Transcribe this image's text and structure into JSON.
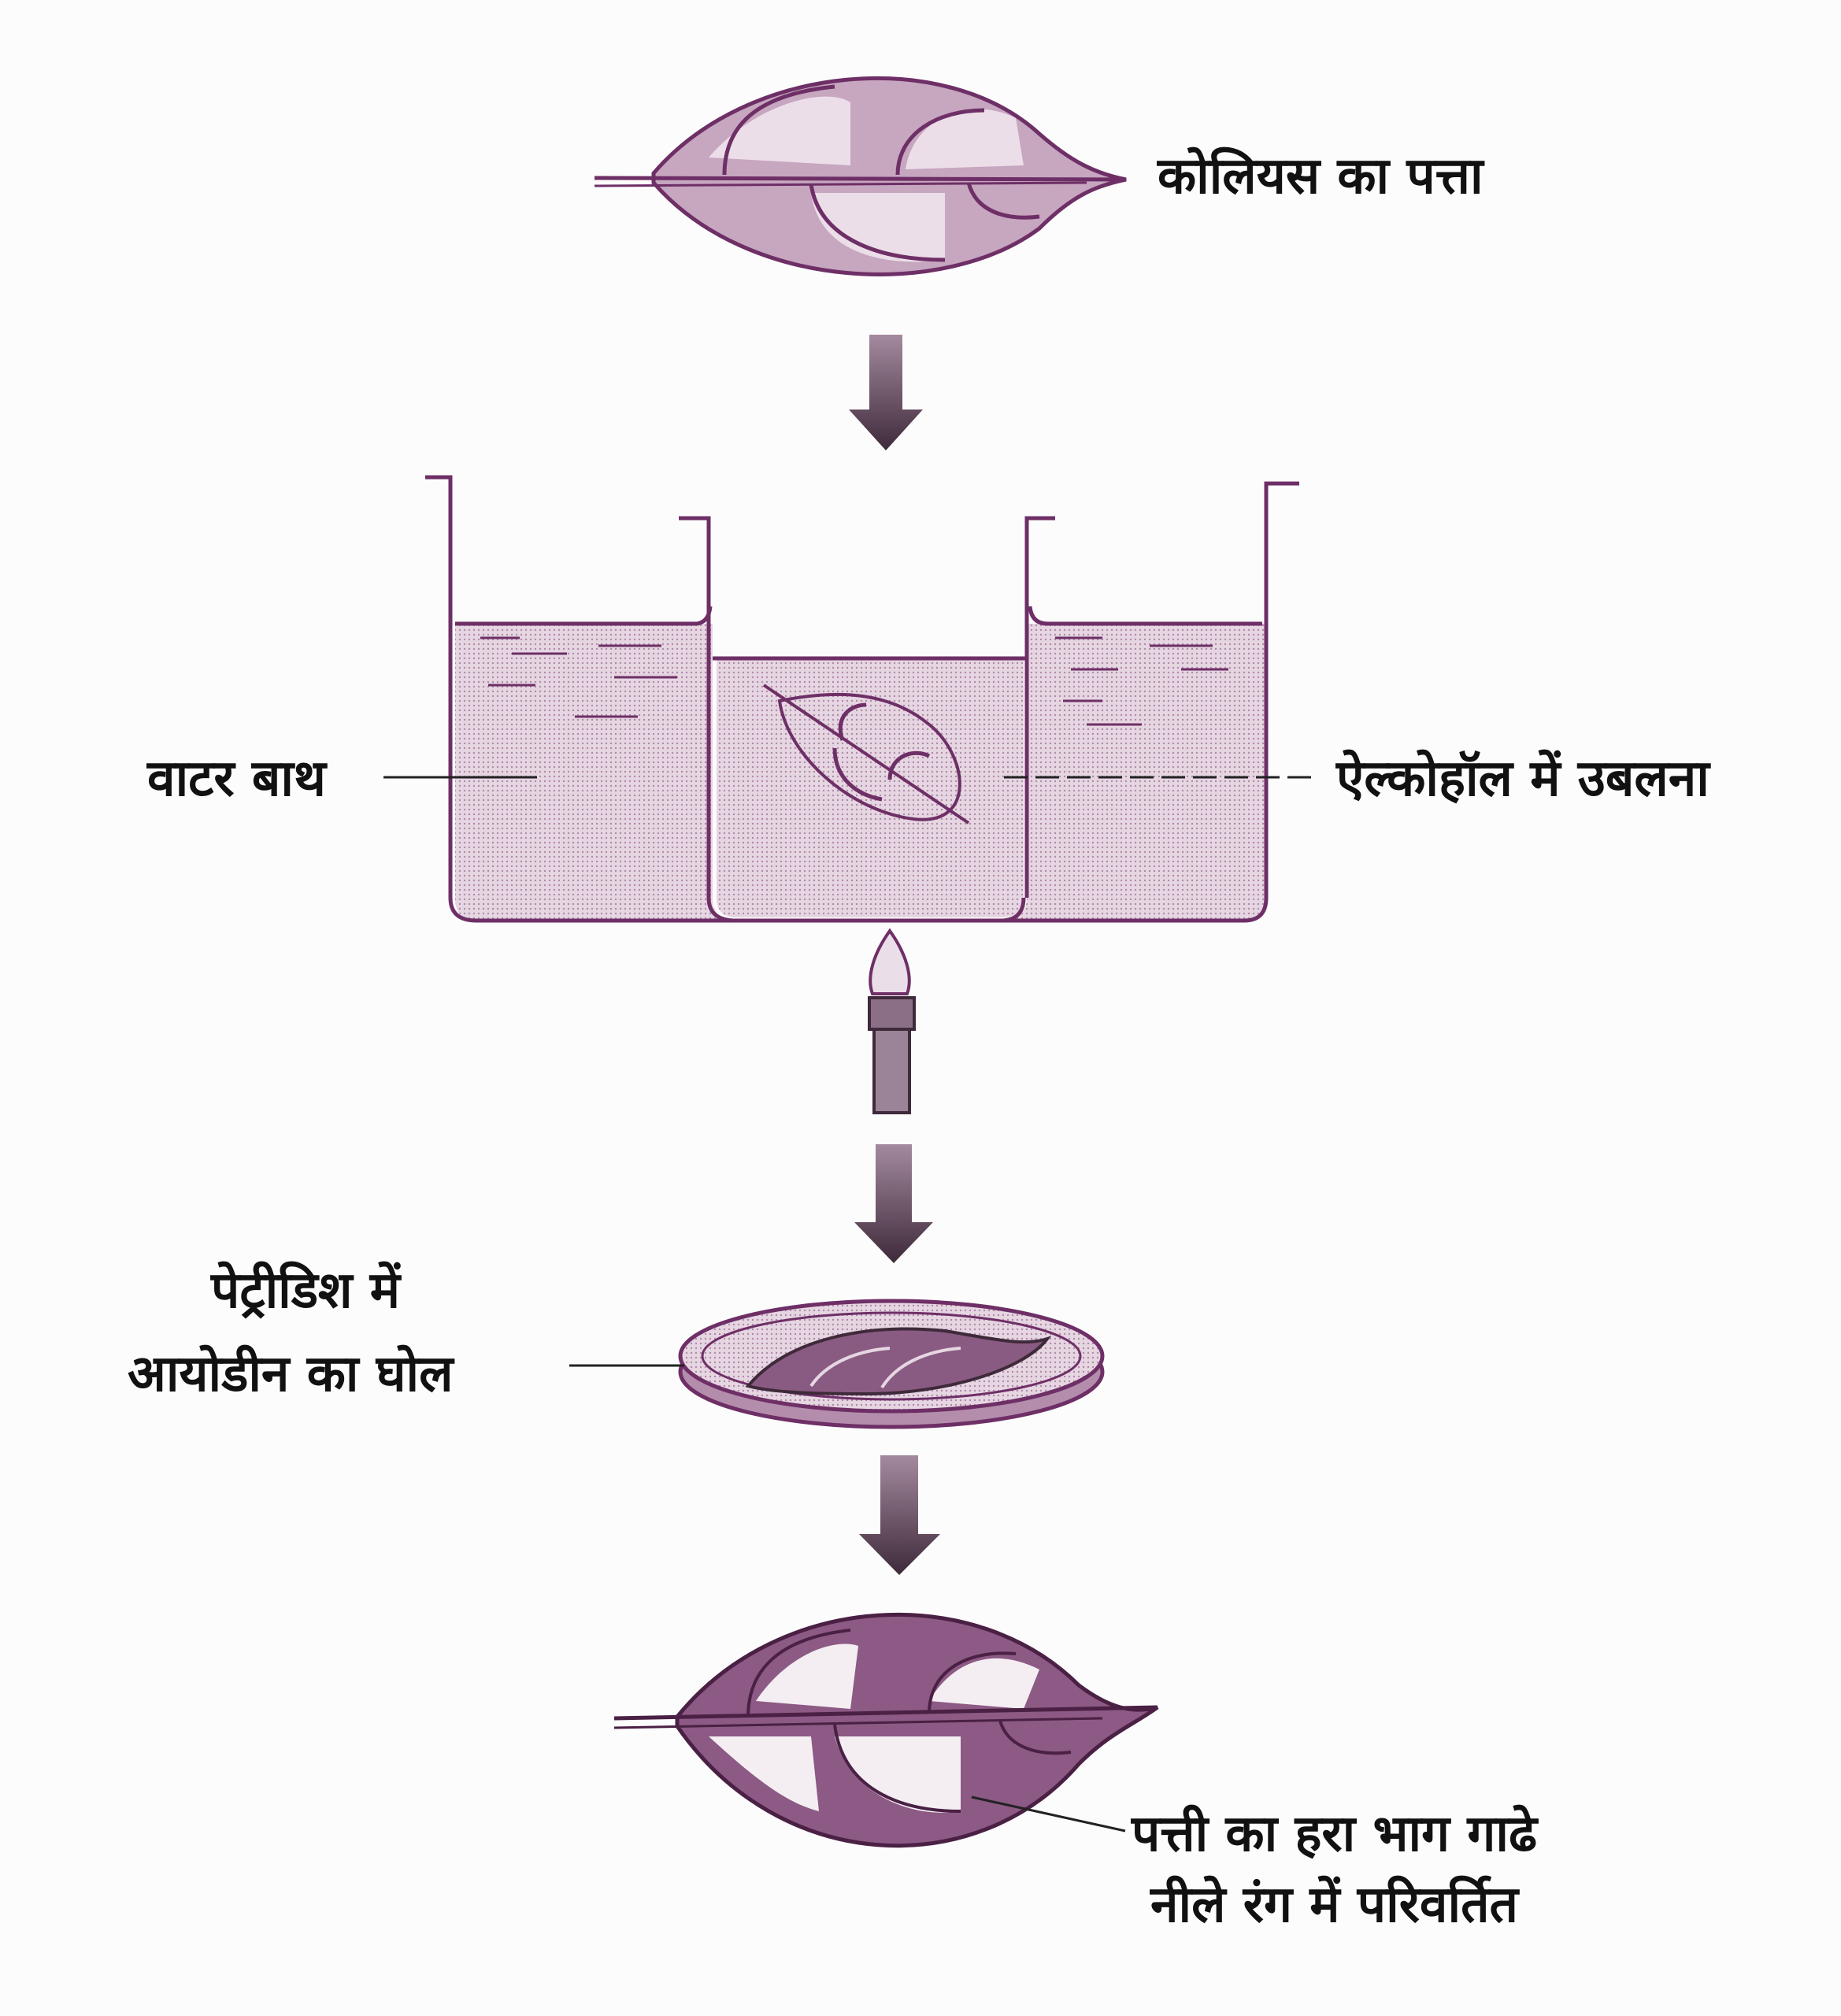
{
  "colors": {
    "outline": "#6e2f66",
    "fill_light": "#dcc6d7",
    "fill_dark": "#9a6a92",
    "arrow": "#5a3f55"
  },
  "labels": {
    "coleus_leaf": "कोलियस का पत्ता",
    "water_bath": "वाटर बाथ",
    "boiling_alcohol": "ऐल्कोहॉल में उबलना",
    "petri_line1": "पेट्रीडिश में",
    "petri_line2": "आयोडीन का घोल",
    "result_line1": "पत्ती का हरा भाग गाढे",
    "result_line2": "नीले रंग में परिवर्तित"
  }
}
